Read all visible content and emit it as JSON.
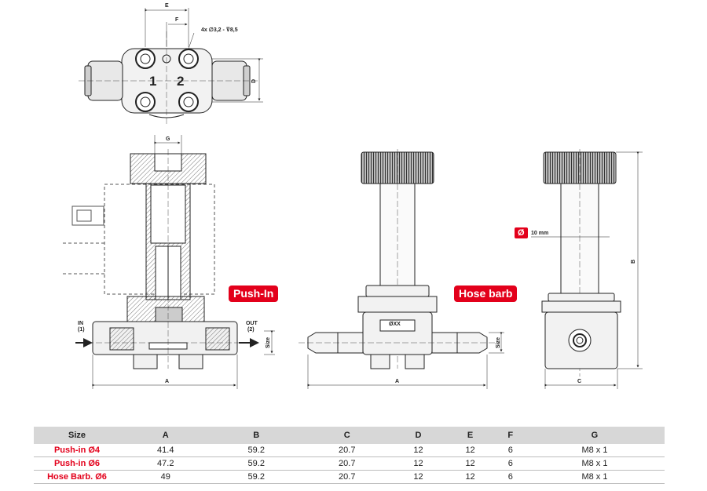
{
  "labels": {
    "push_in": "Push-In",
    "hose_barb": "Hose barb",
    "diameter_symbol": "Ø",
    "diameter_value": "10 mm",
    "holes_note": "4x ∅3,2 - ⊽8,5",
    "port_1": "1",
    "port_2": "2",
    "in_label": "IN",
    "in_num": "(1)",
    "out_label": "OUT",
    "out_num": "(2)",
    "size_label": "Size",
    "size_label_2": "Size",
    "stamp": "ØXX",
    "dim_e": "E",
    "dim_f": "F",
    "dim_d": "D",
    "dim_g": "G",
    "dim_a_left": "A",
    "dim_a_mid": "A",
    "dim_b": "B",
    "dim_c": "C"
  },
  "table": {
    "headers": [
      "Size",
      "A",
      "B",
      "C",
      "D",
      "E",
      "F",
      "G"
    ],
    "rows": [
      {
        "name": "Push-in Ø4",
        "values": [
          "41.4",
          "59.2",
          "20.7",
          "12",
          "12",
          "6",
          "M8 x 1"
        ]
      },
      {
        "name": "Push-in Ø6",
        "values": [
          "47.2",
          "59.2",
          "20.7",
          "12",
          "12",
          "6",
          "M8 x 1"
        ]
      },
      {
        "name": "Hose Barb. Ø6",
        "values": [
          "49",
          "59.2",
          "20.7",
          "12",
          "12",
          "6",
          "M8 x 1"
        ]
      }
    ]
  },
  "colors": {
    "accent": "#e3001b",
    "header_bg": "#d7d7d7"
  }
}
